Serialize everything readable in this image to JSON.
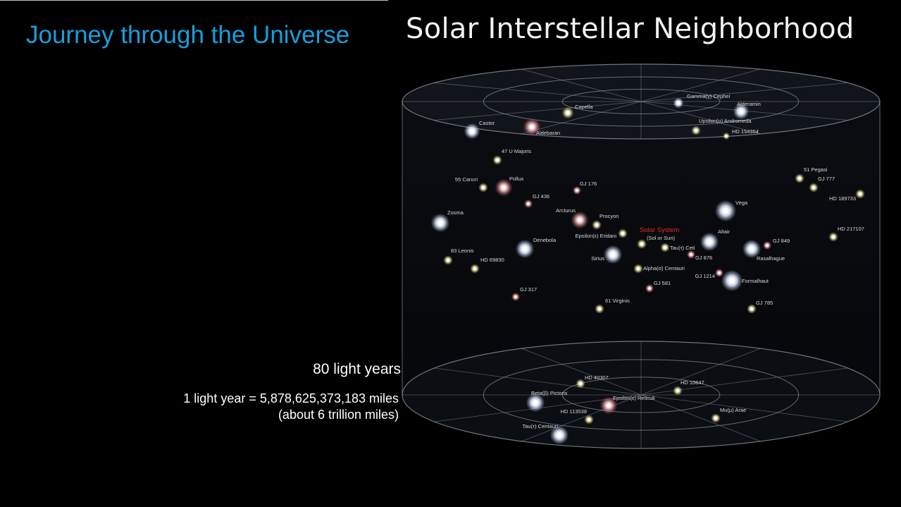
{
  "slide": {
    "title": "Journey through the Universe",
    "scale_label": "80 light years",
    "conversion_line1": "1 light year = 5,878,625,373,183 miles",
    "conversion_line2": "(about 6 trillion miles)"
  },
  "figure": {
    "title": "Solar Interstellar Neighborhood",
    "center_label": "Solar System",
    "center_sublabel": "(Sol or Sun)",
    "colors": {
      "center_label": "#e8262b",
      "star_label": "#d9d9d9",
      "cylinder_line": "#8a9099"
    },
    "stars": [
      {
        "name": "Gamma(γ) Cephei",
        "tone": "white"
      },
      {
        "name": "Alderamin",
        "tone": "white"
      },
      {
        "name": "Capella",
        "tone": "yellow"
      },
      {
        "name": "Castor",
        "tone": "white"
      },
      {
        "name": "Aldebaran",
        "tone": "red"
      },
      {
        "name": "Upsilon(υ) Andromeda",
        "tone": "yellow"
      },
      {
        "name": "HD 154354",
        "tone": "yellow"
      },
      {
        "name": "47 U Majoris",
        "tone": "yellow"
      },
      {
        "name": "55 Cancri",
        "tone": "yellow"
      },
      {
        "name": "Pollux",
        "tone": "red"
      },
      {
        "name": "GJ 176",
        "tone": "red"
      },
      {
        "name": "GJ 436",
        "tone": "red"
      },
      {
        "name": "51 Pegasi",
        "tone": "yellow"
      },
      {
        "name": "GJ 777",
        "tone": "yellow"
      },
      {
        "name": "HD 189733",
        "tone": "yellow"
      },
      {
        "name": "Zosma",
        "tone": "white"
      },
      {
        "name": "Arcturus",
        "tone": "red"
      },
      {
        "name": "Procyon",
        "tone": "yellow"
      },
      {
        "name": "Vega",
        "tone": "white"
      },
      {
        "name": "HD 217107",
        "tone": "yellow"
      },
      {
        "name": "Epsilon(ε) Eridani",
        "tone": "yellow"
      },
      {
        "name": "Altair",
        "tone": "white"
      },
      {
        "name": "GJ 849",
        "tone": "red"
      },
      {
        "name": "Denebola",
        "tone": "white"
      },
      {
        "name": "Tau(τ) Ceti",
        "tone": "yellow"
      },
      {
        "name": "Sirius",
        "tone": "white"
      },
      {
        "name": "GJ 876",
        "tone": "red"
      },
      {
        "name": "Rasalhague",
        "tone": "white"
      },
      {
        "name": "83 Leonis",
        "tone": "yellow"
      },
      {
        "name": "HD 69830",
        "tone": "yellow"
      },
      {
        "name": "Alpha(α) Centauri",
        "tone": "yellow"
      },
      {
        "name": "GJ 1214",
        "tone": "red"
      },
      {
        "name": "Formalhaut",
        "tone": "white"
      },
      {
        "name": "GJ 581",
        "tone": "red"
      },
      {
        "name": "GJ 317",
        "tone": "red"
      },
      {
        "name": "61 Virginis",
        "tone": "yellow"
      },
      {
        "name": "GJ 785",
        "tone": "yellow"
      },
      {
        "name": "HD 40307",
        "tone": "yellow"
      },
      {
        "name": "HD 10647",
        "tone": "yellow"
      },
      {
        "name": "Beta(β) Pictoris",
        "tone": "white"
      },
      {
        "name": "Epsilon(ε) Reticuli",
        "tone": "red"
      },
      {
        "name": "HD 113538",
        "tone": "yellow"
      },
      {
        "name": "Mu(μ) Arae",
        "tone": "yellow"
      },
      {
        "name": "Tau(τ) Centauri",
        "tone": "white"
      }
    ]
  }
}
